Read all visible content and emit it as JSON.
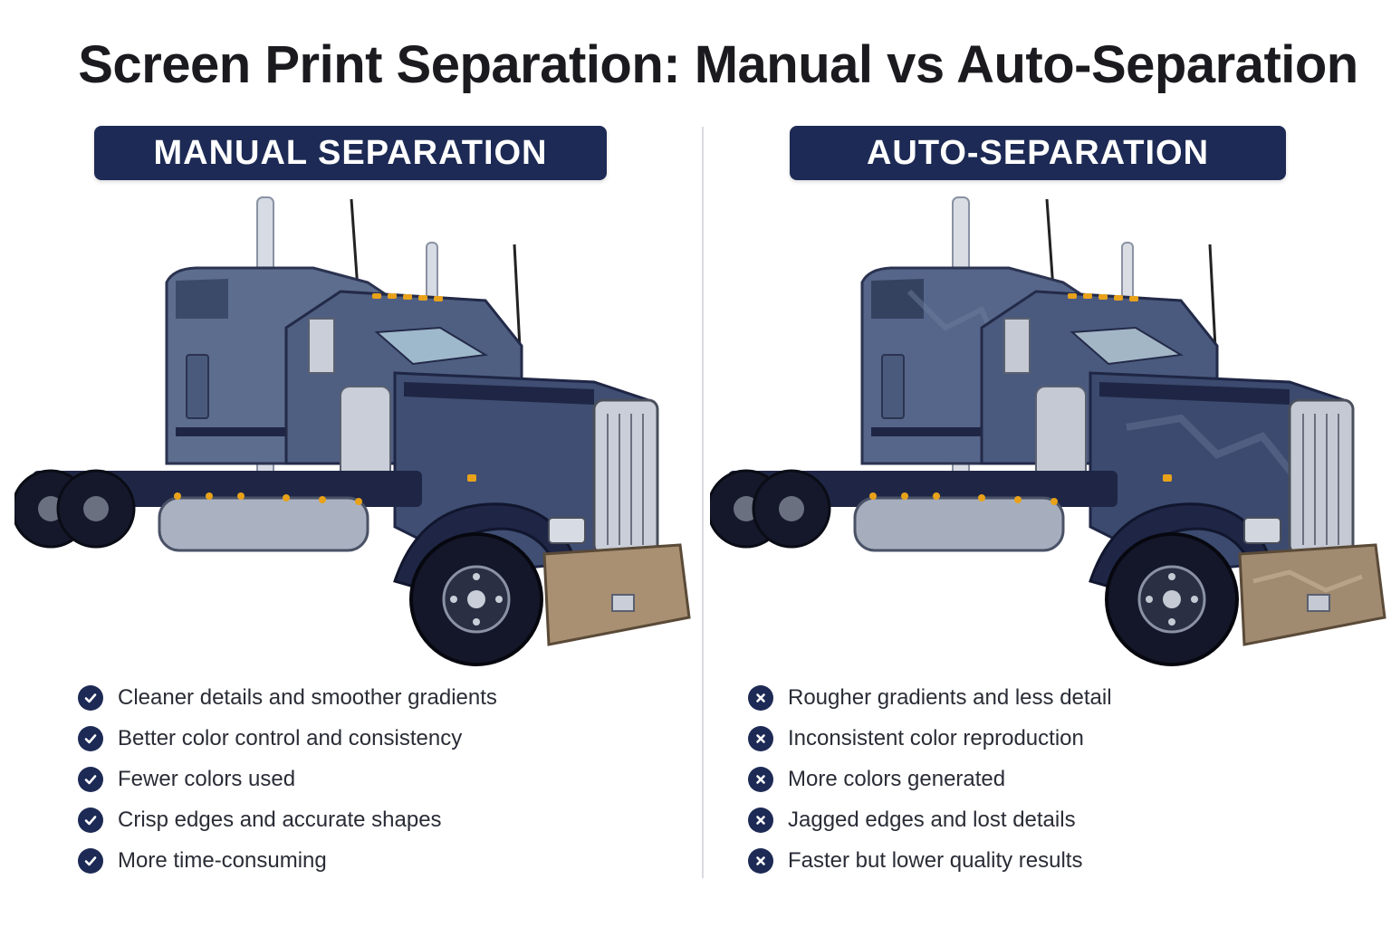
{
  "title": "Screen Print Separation: Manual vs Auto-Separation",
  "colors": {
    "navy": "#1d2a55",
    "truck_body": "#5a6a8a",
    "truck_dark": "#1f2645",
    "chrome": "#c9ced8",
    "marker_amber": "#e8a21a"
  },
  "manual": {
    "header": "MANUAL SEPARATION",
    "image_description_icon": "semi-truck-illustration",
    "features": [
      {
        "icon": "check-circle-icon",
        "text": "Cleaner details and smoother gradients"
      },
      {
        "icon": "check-circle-icon",
        "text": "Better color control and consistency"
      },
      {
        "icon": "check-circle-icon",
        "text": "Fewer colors used"
      },
      {
        "icon": "check-circle-icon",
        "text": "Crisp edges and accurate shapes"
      },
      {
        "icon": "check-circle-icon",
        "text": "More time-consuming"
      }
    ]
  },
  "auto": {
    "header": "AUTO-SEPARATION",
    "image_description_icon": "semi-truck-illustration",
    "features": [
      {
        "icon": "x-circle-icon",
        "text": "Rougher gradients and less detail"
      },
      {
        "icon": "x-circle-icon",
        "text": "Inconsistent color reproduction"
      },
      {
        "icon": "x-circle-icon",
        "text": "More colors generated"
      },
      {
        "icon": "x-circle-icon",
        "text": "Jagged edges and lost details"
      },
      {
        "icon": "x-circle-icon",
        "text": "Faster but lower quality results"
      }
    ]
  }
}
